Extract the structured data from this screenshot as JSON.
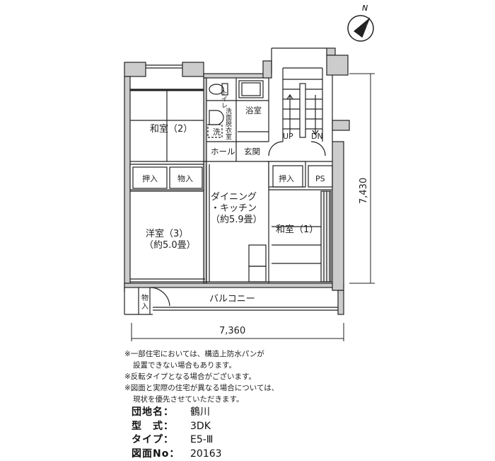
{
  "compass": {
    "north_label": "N"
  },
  "rooms": {
    "washitsu2": "和室（2）",
    "oshiire_left": "押入",
    "monoire_left": "物入",
    "toilet": "トイレ",
    "senmen": "洗面脱衣室",
    "sentaku": "洗",
    "yokushitsu": "浴室",
    "hall": "ホール",
    "genkan": "玄関",
    "dining_line1": "ダイニング",
    "dining_line2": "・キッチン",
    "dining_line3": "（約5.9畳）",
    "youshitsu_line1": "洋室（3）",
    "youshitsu_line2": "（約5.0畳）",
    "oshiire_right": "押入",
    "ps": "PS",
    "washitsu1": "和室（1）",
    "balcony": "バルコニー",
    "monoire_balcony_1": "物",
    "monoire_balcony_2": "入",
    "stair_up": "UP",
    "stair_dn": "DN"
  },
  "dimensions": {
    "width": "7,360",
    "depth": "7,430"
  },
  "notes": [
    "※一部住宅においては、構造上防水パンが",
    "設置できない場合もあります。",
    "※反転タイプとなる場合がございます。",
    "※図面と実際の住宅が異なる場合については、",
    "現状を優先させていただきます。"
  ],
  "info": {
    "danchi_label": "団地名：",
    "danchi_value": "鶴川",
    "type_label": "型　式：",
    "type_value": "3DK",
    "taipu_label": "タイプ：",
    "taipu_value": "E5-Ⅲ",
    "zumen_label": "図面No：",
    "zumen_value": "20163"
  }
}
